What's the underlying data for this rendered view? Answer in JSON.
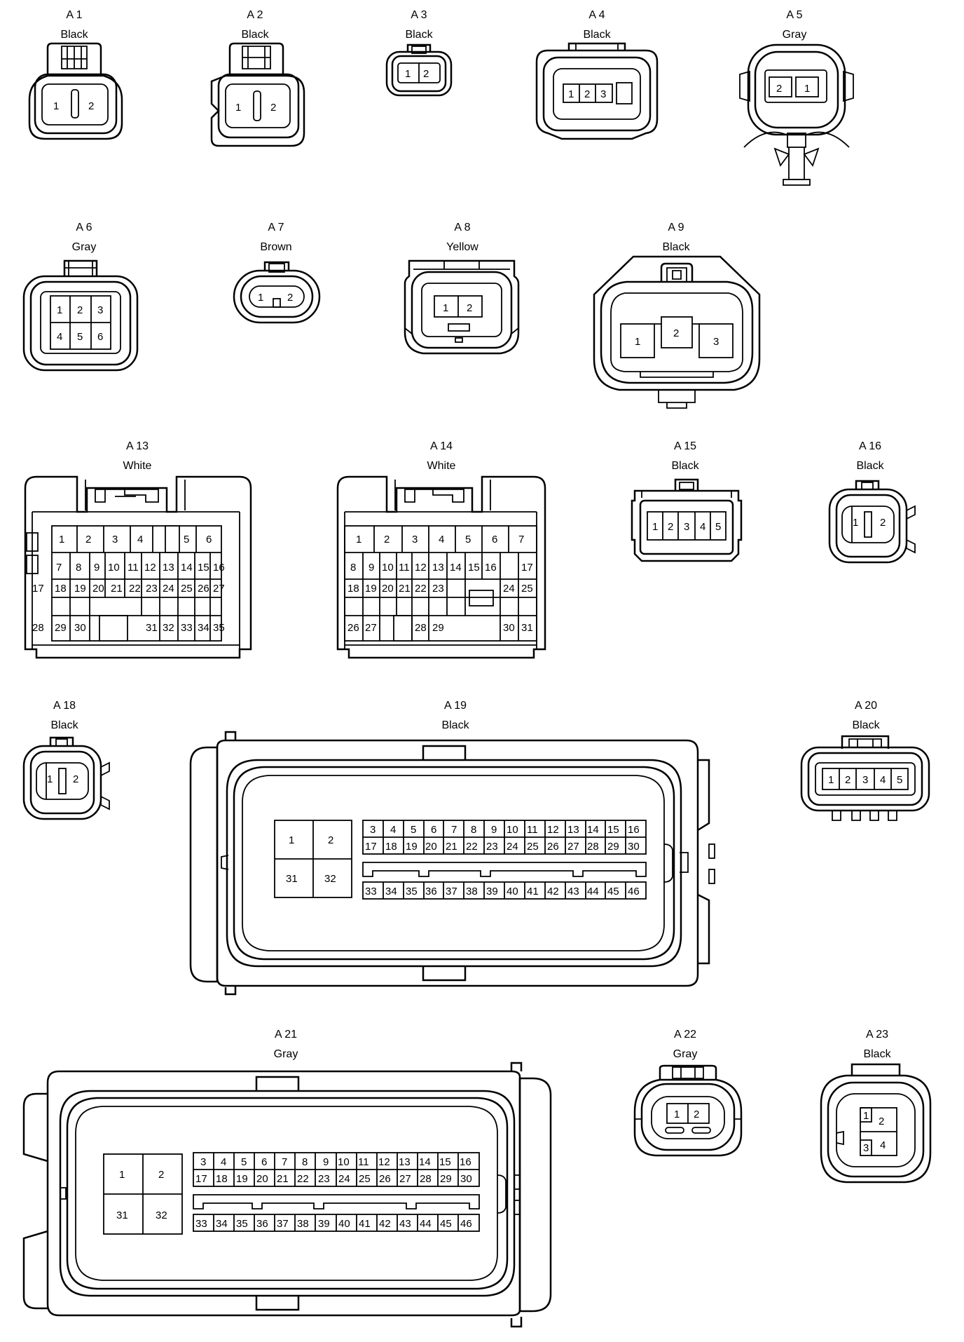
{
  "connectors": {
    "a1": {
      "id": "A 1",
      "color": "Black",
      "pins": [
        "1",
        "2"
      ]
    },
    "a2": {
      "id": "A 2",
      "color": "Black",
      "pins": [
        "1",
        "2"
      ]
    },
    "a3": {
      "id": "A 3",
      "color": "Black",
      "pins": [
        "1",
        "2"
      ]
    },
    "a4": {
      "id": "A 4",
      "color": "Black",
      "pins": [
        "1",
        "2",
        "3"
      ]
    },
    "a5": {
      "id": "A 5",
      "color": "Gray",
      "pins": [
        "2",
        "1"
      ]
    },
    "a6": {
      "id": "A 6",
      "color": "Gray",
      "pins": [
        "1",
        "2",
        "3",
        "4",
        "5",
        "6"
      ]
    },
    "a7": {
      "id": "A 7",
      "color": "Brown",
      "pins": [
        "1",
        "2"
      ]
    },
    "a8": {
      "id": "A 8",
      "color": "Yellow",
      "pins": [
        "1",
        "2"
      ]
    },
    "a9": {
      "id": "A 9",
      "color": "Black",
      "pins": [
        "1",
        "2",
        "3"
      ]
    },
    "a13": {
      "id": "A 13",
      "color": "White",
      "rows": [
        [
          "1",
          "2",
          "3",
          "4",
          "",
          "5",
          "6"
        ],
        [
          "7",
          "8",
          "9",
          "10",
          "11",
          "12",
          "13",
          "14",
          "15",
          "16"
        ],
        [
          "17",
          "18",
          "19",
          "20",
          "21",
          "22",
          "23",
          "24",
          "25",
          "26",
          "27"
        ],
        [
          "28",
          "29",
          "30",
          "",
          "",
          "",
          "31",
          "32",
          "33",
          "34",
          "35"
        ]
      ]
    },
    "a14": {
      "id": "A 14",
      "color": "White",
      "rows": [
        [
          "1",
          "2",
          "3",
          "4",
          "5",
          "6",
          "7"
        ],
        [
          "8",
          "9",
          "10",
          "11",
          "12",
          "13",
          "14",
          "15",
          "16",
          "17"
        ],
        [
          "18",
          "19",
          "20",
          "21",
          "22",
          "23",
          "",
          "",
          "24",
          "25"
        ],
        [
          "26",
          "27",
          "",
          "28",
          "29",
          "",
          "",
          "",
          "30",
          "31"
        ]
      ]
    },
    "a15": {
      "id": "A 15",
      "color": "Black",
      "pins": [
        "1",
        "2",
        "3",
        "4",
        "5"
      ]
    },
    "a16": {
      "id": "A 16",
      "color": "Black",
      "pins": [
        "1",
        "2"
      ]
    },
    "a18": {
      "id": "A 18",
      "color": "Black",
      "pins": [
        "1",
        "2"
      ]
    },
    "a19": {
      "id": "A 19",
      "color": "Black",
      "big": [
        "1",
        "2",
        "31",
        "32"
      ],
      "rows": [
        [
          "3",
          "4",
          "5",
          "6",
          "7",
          "8",
          "9",
          "10",
          "11",
          "12",
          "13",
          "14",
          "15",
          "16"
        ],
        [
          "17",
          "18",
          "19",
          "20",
          "21",
          "22",
          "23",
          "24",
          "25",
          "26",
          "27",
          "28",
          "29",
          "30"
        ],
        [
          "33",
          "34",
          "35",
          "36",
          "37",
          "38",
          "39",
          "40",
          "41",
          "42",
          "43",
          "44",
          "45",
          "46"
        ]
      ]
    },
    "a20": {
      "id": "A 20",
      "color": "Black",
      "pins": [
        "1",
        "2",
        "3",
        "4",
        "5"
      ]
    },
    "a21": {
      "id": "A 21",
      "color": "Gray",
      "big": [
        "1",
        "2",
        "31",
        "32"
      ],
      "rows": [
        [
          "3",
          "4",
          "5",
          "6",
          "7",
          "8",
          "9",
          "10",
          "11",
          "12",
          "13",
          "14",
          "15",
          "16"
        ],
        [
          "17",
          "18",
          "19",
          "20",
          "21",
          "22",
          "23",
          "24",
          "25",
          "26",
          "27",
          "28",
          "29",
          "30"
        ],
        [
          "33",
          "34",
          "35",
          "36",
          "37",
          "38",
          "39",
          "40",
          "41",
          "42",
          "43",
          "44",
          "45",
          "46"
        ]
      ]
    },
    "a22": {
      "id": "A 22",
      "color": "Gray",
      "pins": [
        "1",
        "2"
      ]
    },
    "a23": {
      "id": "A 23",
      "color": "Black",
      "pins": [
        "1",
        "2",
        "3",
        "4"
      ]
    }
  }
}
